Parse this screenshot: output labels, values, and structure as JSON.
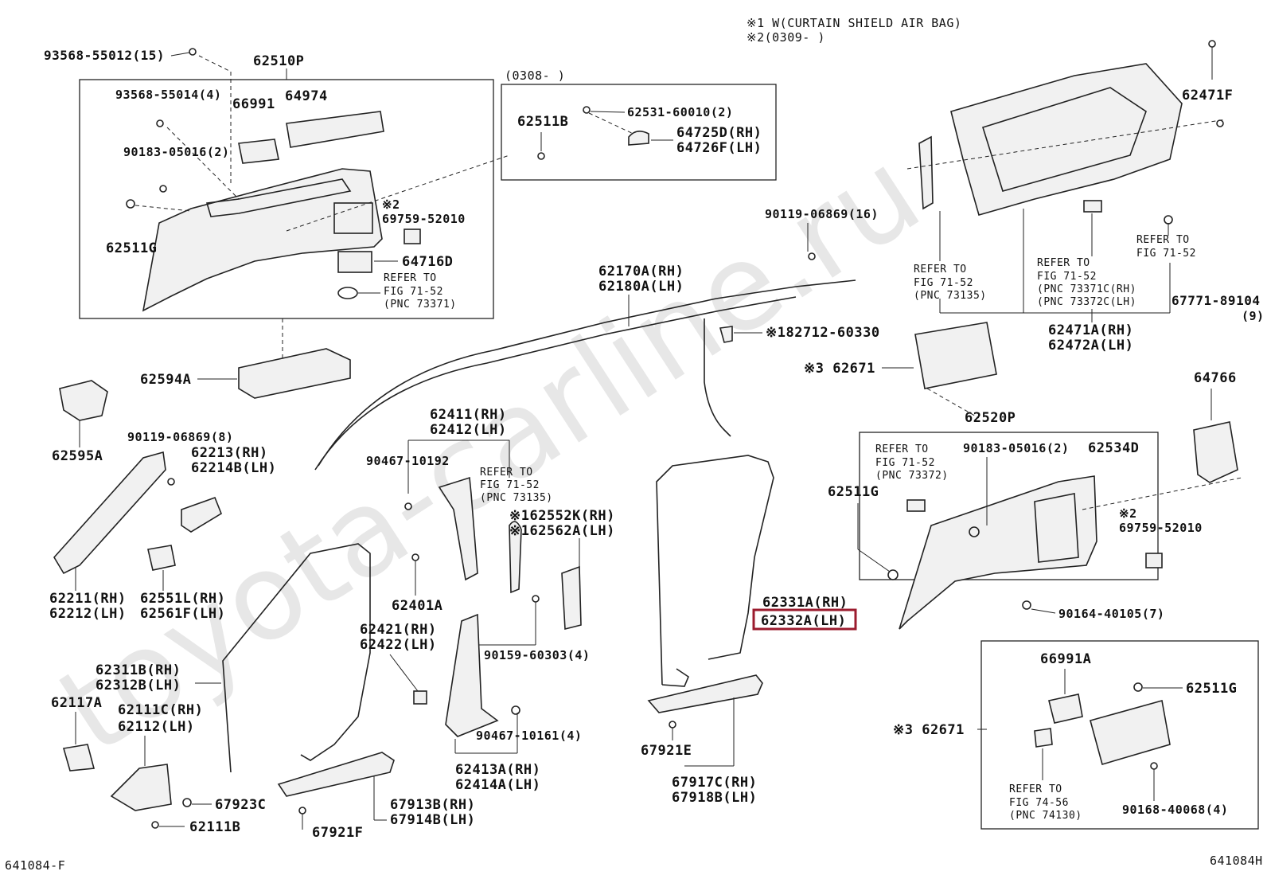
{
  "header_notes": {
    "note1": "※1 W(CURTAIN SHIELD AIR BAG)",
    "note2": "※2(0309-      )"
  },
  "inset_date": "(0308-      )",
  "watermark": "toyota-carline.ru",
  "figure_code_left": "641084-F",
  "figure_code_right": "641084H",
  "highlight_color": "#9b1b2e",
  "labels": {
    "p93568_55012": "93568-55012(15)",
    "p62510P": "62510P",
    "p93568_55014": "93568-55014(4)",
    "p66991": "66991",
    "p64974": "64974",
    "p90183_05016a": "90183-05016(2)",
    "p62511G_a": "62511G",
    "s2a": "※2",
    "p69759_52010a": "69759-52010",
    "p64716D": "64716D",
    "ref_a1": "REFER TO",
    "ref_a2": "FIG 71-52",
    "ref_a3": "(PNC 73371)",
    "p62511B": "62511B",
    "p62531": "62531-60010(2)",
    "p64725D": "64725D(RH)",
    "p64726F": "64726F(LH)",
    "p62594A": "62594A",
    "p62595A": "62595A",
    "p90119_a": "90119-06869(8)",
    "p62213": "62213(RH)",
    "p62214B": "62214B(LH)",
    "p62211": "62211(RH)",
    "p62212": "62212(LH)",
    "p62551L": "62551L(RH)",
    "p62561F": "62561F(LH)",
    "p62170A": "62170A(RH)",
    "p62180A": "62180A(LH)",
    "p90119_b": "90119-06869(16)",
    "p182712": "※182712-60330",
    "p62411": "62411(RH)",
    "p62412": "62412(LH)",
    "p90467_10192": "90467-10192",
    "ref_b1": "REFER TO",
    "ref_b2": "FIG 71-52",
    "ref_b3": "(PNC 73135)",
    "p162552K": "※162552K(RH)",
    "p162562A": "※162562A(LH)",
    "p62401A": "62401A",
    "p62421": "62421(RH)",
    "p62422": "62422(LH)",
    "p90159": "90159-60303(4)",
    "p62311B": "62311B(RH)",
    "p62312B": "62312B(LH)",
    "p62117A": "62117A",
    "p62111C": "62111C(RH)",
    "p62112": "62112(LH)",
    "p67923C": "67923C",
    "p62111B": "62111B",
    "p67913B": "67913B(RH)",
    "p67914B": "67914B(LH)",
    "p67921F": "67921F",
    "p90467_10161": "90467-10161(4)",
    "p62413A": "62413A(RH)",
    "p62414A": "62414A(LH)",
    "p62331A": "62331A(RH)",
    "p62332A": "62332A(LH)",
    "p67921E": "67921E",
    "p67917C": "67917C(RH)",
    "p67918B": "67918B(LH)",
    "p62471F": "62471F",
    "ref_c1": "REFER TO",
    "ref_c2": "FIG 71-52",
    "ref_c3": "(PNC 73135)",
    "ref_d1": "REFER TO",
    "ref_d2": "FIG 71-52",
    "ref_d3": "(PNC 73371C(RH)",
    "ref_d4": "(PNC 73372C(LH)",
    "ref_e1": "REFER TO",
    "ref_e2": "FIG 71-52",
    "p67771": "67771-89104",
    "p67771q": "(9)",
    "p62471A": "62471A(RH)",
    "p62472A": "62472A(LH)",
    "p62671a": "※3 62671",
    "p62520P": "62520P",
    "p64766": "64766",
    "ref_f1": "REFER TO",
    "ref_f2": "FIG 71-52",
    "ref_f3": "(PNC 73372)",
    "p90183_05016b": "90183-05016(2)",
    "p62534D": "62534D",
    "p62511G_b": "62511G",
    "s2b": "※2",
    "p69759_52010b": "69759-52010",
    "p90164": "90164-40105(7)",
    "p66991A": "66991A",
    "p62511G_c": "62511G",
    "p62671b": "※3 62671",
    "ref_g1": "REFER TO",
    "ref_g2": "FIG 74-56",
    "ref_g3": "(PNC 74130)",
    "p90168": "90168-40068(4)"
  }
}
